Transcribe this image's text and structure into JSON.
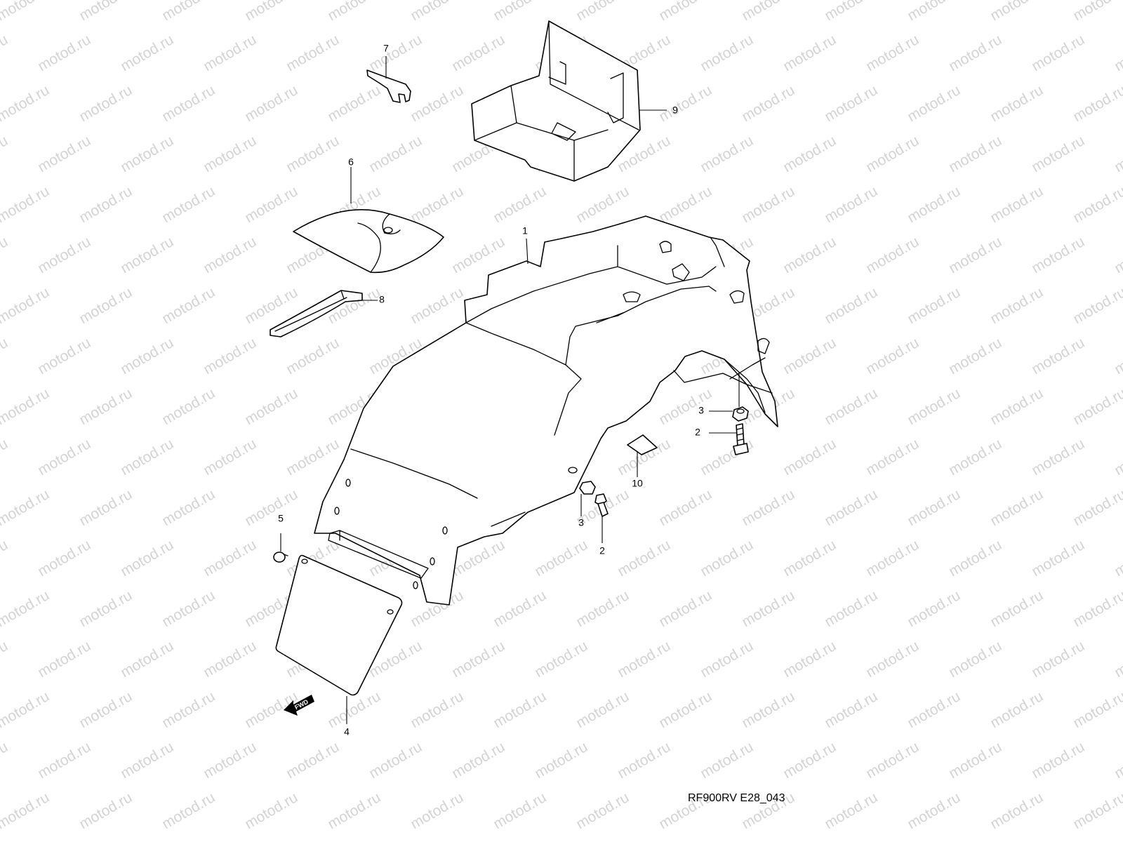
{
  "watermark": {
    "text": "motod.ru"
  },
  "diagram_code": "RF900RV E28_043",
  "fwd_marker": {
    "text": "FWD"
  },
  "callouts": [
    {
      "id": "1",
      "label": "1"
    },
    {
      "id": "2",
      "label": "2"
    },
    {
      "id": "3",
      "label": "3"
    },
    {
      "id": "4",
      "label": "4"
    },
    {
      "id": "5",
      "label": "5"
    },
    {
      "id": "6",
      "label": "6"
    },
    {
      "id": "7",
      "label": "7"
    },
    {
      "id": "8",
      "label": "8"
    },
    {
      "id": "9",
      "label": "9"
    },
    {
      "id": "10",
      "label": "10"
    }
  ]
}
